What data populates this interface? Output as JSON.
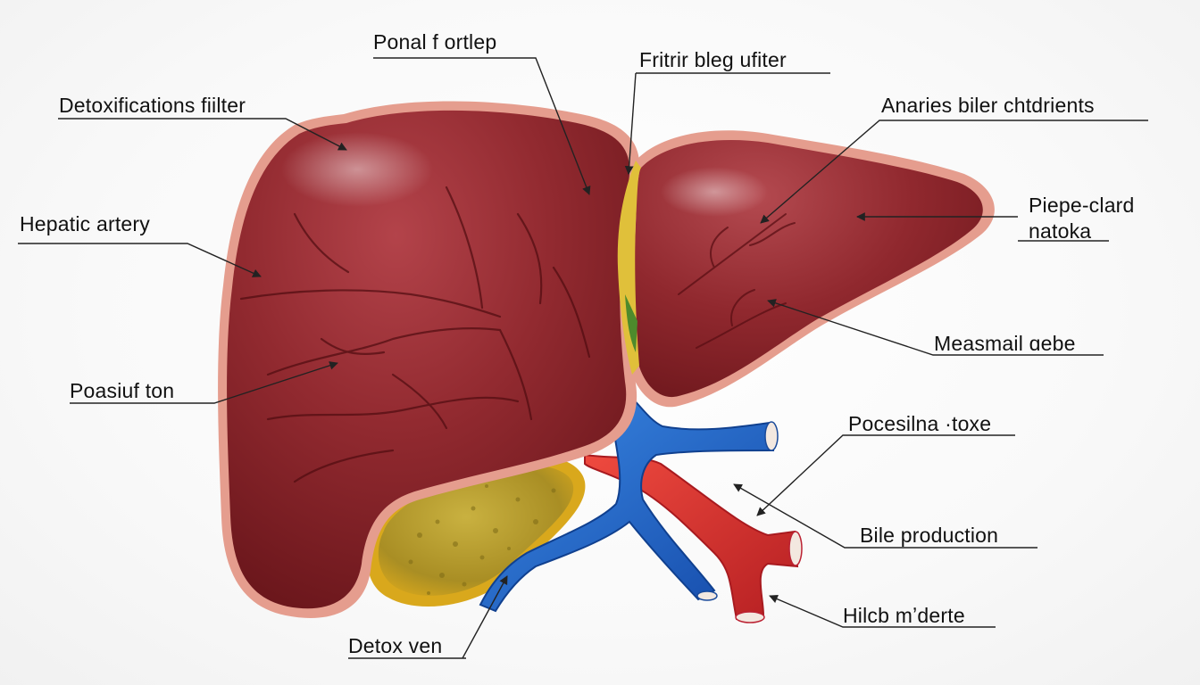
{
  "labels": {
    "top_center": "Ponal f ortlep",
    "top_center_right": "Fritrir bleg ufiter",
    "detox_filter": "Detoxifications fiilter",
    "hepatic_artery": "Hepatic artery",
    "poasiuf_ton": "Poasiuf ton",
    "anaries": "Anaries biler chtdrients",
    "piepe_line1": "Piepe-clard",
    "piepe_line2": "natoka",
    "measmail": "Measmail ɑebe",
    "pocesilna": "Pocesilna ·toxe",
    "bile_production": "Bile production",
    "hilcb": "Hilcb mʼderte",
    "detox_ven": "Detox ven"
  },
  "colors": {
    "liver": "#8e2329",
    "liver_dark": "#6a1519",
    "liver_rim": "#e8968a",
    "gallbladder": "#d8b52a",
    "vein_blue": "#1f64c8",
    "artery_red": "#d9322e",
    "leader_line": "#222222"
  }
}
